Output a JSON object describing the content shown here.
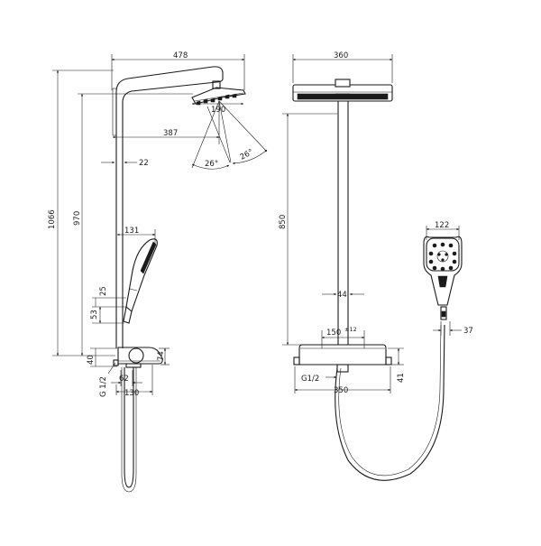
{
  "dimensions": {
    "d478": "478",
    "d190": "190",
    "d387": "387",
    "d22": "22",
    "d26a": "26°",
    "d26b": "26°",
    "d1066": "1066",
    "d970": "970",
    "d131": "131",
    "d25": "25",
    "d53": "53",
    "d40": "40",
    "d74": "74",
    "dG12left": "G 1/2",
    "d62": "62",
    "d130": "130",
    "d360": "360",
    "d850": "850",
    "d44": "44",
    "d150": "150",
    "d150tol": "±12",
    "dG12right": "G1/2",
    "d350": "350",
    "d41": "41",
    "d122": "122",
    "d37": "37"
  }
}
